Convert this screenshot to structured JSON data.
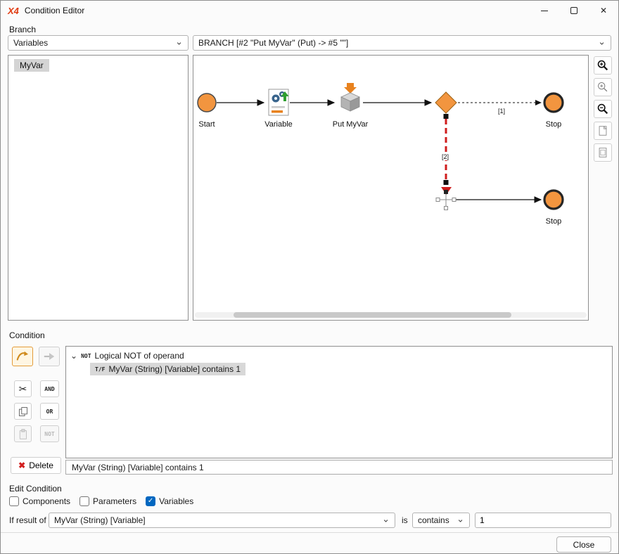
{
  "window": {
    "logo": "X4",
    "title": "Condition Editor"
  },
  "icons": {
    "close": "✕",
    "chevron_down": "⌄",
    "tree_expander": "⌄",
    "scissors": "✂",
    "check": "✓",
    "delete_x": "✖"
  },
  "branch": {
    "section_label": "Branch",
    "scope_dropdown": {
      "value": "Variables"
    },
    "branch_dropdown": {
      "value": "BRANCH  [#2 \"Put MyVar\" (Put) -> #5 \"\"]"
    },
    "variables": [
      "MyVar"
    ],
    "diagram": {
      "labels": {
        "start": "Start",
        "variable": "Variable",
        "put": "Put MyVar",
        "stop_top": "Stop",
        "stop_bottom": "Stop",
        "edge1": "[1]",
        "edge2": "[2]"
      }
    }
  },
  "condition": {
    "section_label": "Condition",
    "operators": {
      "and": "AND",
      "or": "OR",
      "not": "NOT"
    },
    "tree": {
      "root_badge": "NOT",
      "root_label": "Logical NOT of operand",
      "child_badge": "T/F",
      "child_label": "MyVar (String) [Variable] contains 1"
    },
    "delete_label": "Delete",
    "status": "MyVar (String) [Variable] contains 1"
  },
  "edit_condition": {
    "section_label": "Edit Condition",
    "checkboxes": [
      {
        "label": "Components",
        "checked": false
      },
      {
        "label": "Parameters",
        "checked": false
      },
      {
        "label": "Variables",
        "checked": true
      }
    ],
    "if_result_label": "If result of",
    "operand_dropdown": {
      "value": "MyVar (String) [Variable]"
    },
    "is_label": "is",
    "operator_dropdown": {
      "value": "contains"
    },
    "value_input": {
      "value": "1"
    }
  },
  "footer": {
    "close_label": "Close"
  }
}
